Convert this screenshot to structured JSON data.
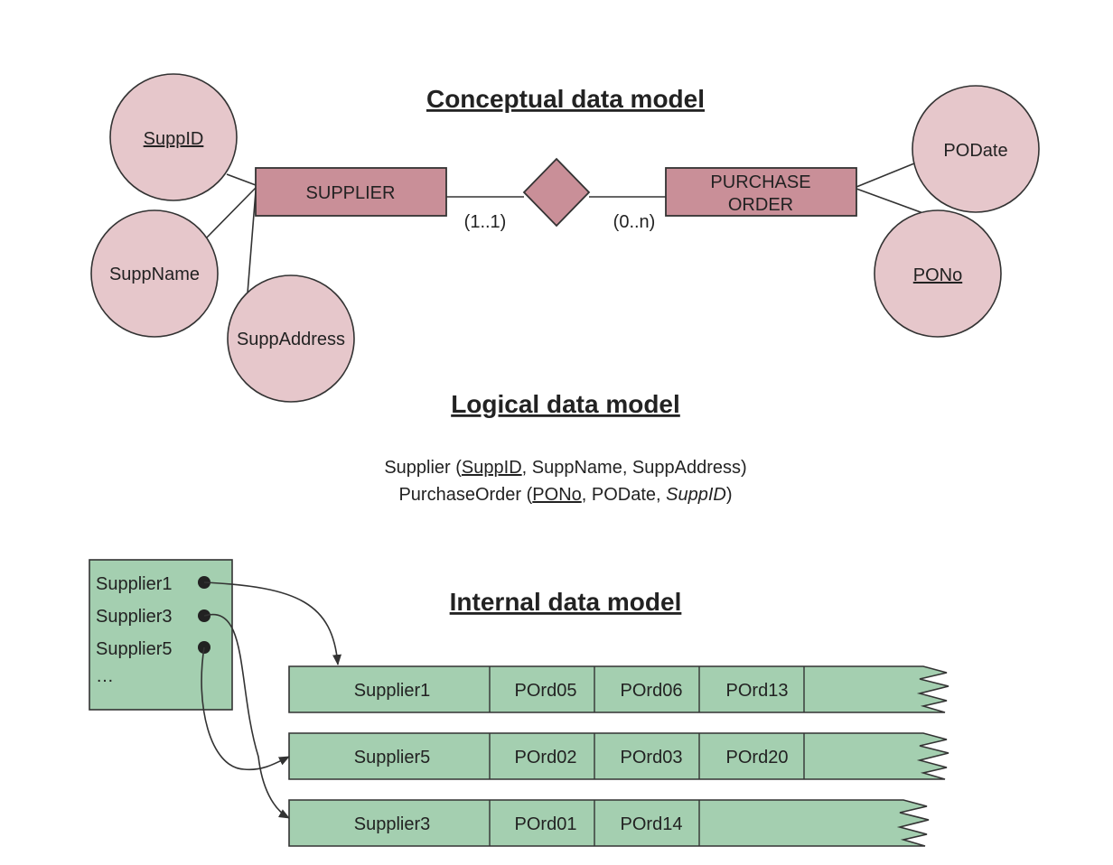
{
  "colors": {
    "entity_fill": "#c98f98",
    "attribute_fill": "#e6c7cb",
    "storage_fill": "#a4cfb0",
    "stroke": "#333333",
    "text": "#222222"
  },
  "conceptual": {
    "heading": "Conceptual data model",
    "entities": {
      "supplier": "SUPPLIER",
      "purchase_order_line1": "PURCHASE",
      "purchase_order_line2": "ORDER"
    },
    "attributes": {
      "supp_id": "SuppID",
      "supp_name": "SuppName",
      "supp_address": "SuppAddress",
      "po_date": "PODate",
      "po_no": "PONo"
    },
    "cardinality": {
      "supplier_side": "(1..1)",
      "order_side": "(0..n)"
    }
  },
  "logical": {
    "heading": "Logical data model",
    "supplier": {
      "name": "Supplier (",
      "key": "SuppID",
      "rest": ", SuppName, SuppAddress)"
    },
    "purchase_order": {
      "name": "PurchaseOrder (",
      "key": "PONo",
      "mid": ", PODate, ",
      "foreign_key": "SuppID",
      "close": ")"
    }
  },
  "internal": {
    "heading": "Internal data model",
    "index": {
      "items": [
        "Supplier1",
        "Supplier3",
        "Supplier5"
      ],
      "more": "…"
    },
    "rows": [
      {
        "key": "Supplier1",
        "orders": [
          "POrd05",
          "POrd06",
          "POrd13"
        ]
      },
      {
        "key": "Supplier5",
        "orders": [
          "POrd02",
          "POrd03",
          "POrd20"
        ]
      },
      {
        "key": "Supplier3",
        "orders": [
          "POrd01",
          "POrd14"
        ]
      }
    ]
  }
}
